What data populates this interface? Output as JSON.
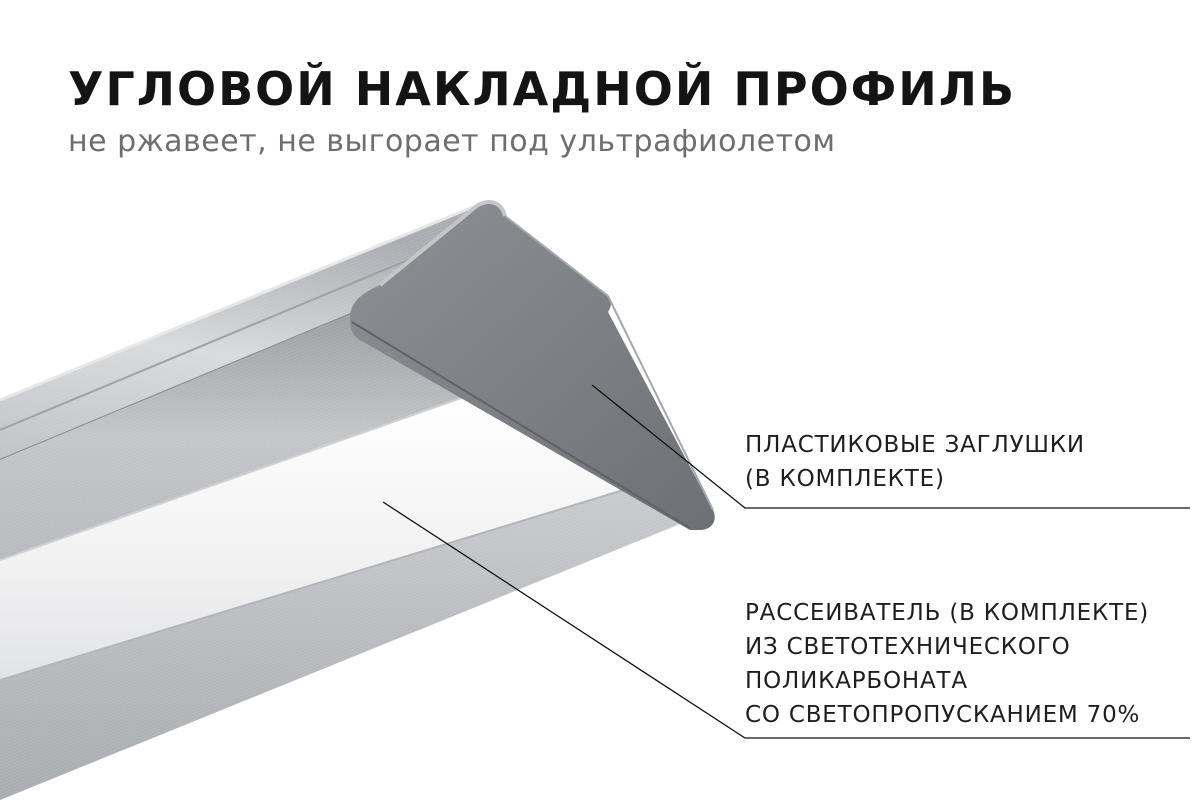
{
  "header": {
    "title": "УГЛОВОЙ НАКЛАДНОЙ ПРОФИЛЬ",
    "subtitle": "не ржавеет, не выгорает под ультрафиолетом"
  },
  "callouts": {
    "end_caps": {
      "lines": [
        "ПЛАСТИКОВЫЕ ЗАГЛУШКИ",
        "(В КОМПЛЕКТЕ)"
      ]
    },
    "diffuser": {
      "lines": [
        "РАССЕИВАТЕЛЬ (В КОМПЛЕКТЕ)",
        "ИЗ СВЕТОТЕХНИЧЕСКОГО",
        "ПОЛИКАРБОНАТА",
        "СО СВЕТОПРОПУСКАНИЕМ 70%"
      ]
    }
  },
  "colors": {
    "background": "#ffffff",
    "title": "#141414",
    "subtitle": "#6e6e6e",
    "aluminum_light": "#d4d6d8",
    "aluminum_dark": "#8a8d91",
    "end_cap": "#7b7e83",
    "diffuser": "#f4f4f5"
  }
}
